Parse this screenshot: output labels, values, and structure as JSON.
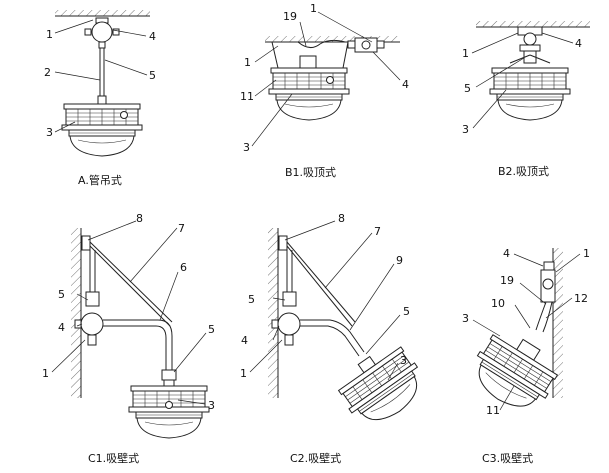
{
  "captions": {
    "a": "A.管吊式",
    "b1": "B1.吸顶式",
    "b2": "B2.吸顶式",
    "c1": "C1.吸壁式",
    "c2": "C2.吸壁式",
    "c3": "C3.吸壁式"
  },
  "labels": {
    "a": [
      "1",
      "4",
      "2",
      "5",
      "3"
    ],
    "b1": [
      "19",
      "1",
      "1",
      "11",
      "4",
      "3"
    ],
    "b2": [
      "1",
      "4",
      "1",
      "5",
      "3"
    ],
    "c1": [
      "8",
      "7",
      "6",
      "5",
      "4",
      "1",
      "5",
      "3"
    ],
    "c2": [
      "8",
      "7",
      "9",
      "5",
      "4",
      "1",
      "5",
      "3"
    ],
    "c3": [
      "4",
      "1",
      "19",
      "12",
      "10",
      "3",
      "11"
    ]
  }
}
